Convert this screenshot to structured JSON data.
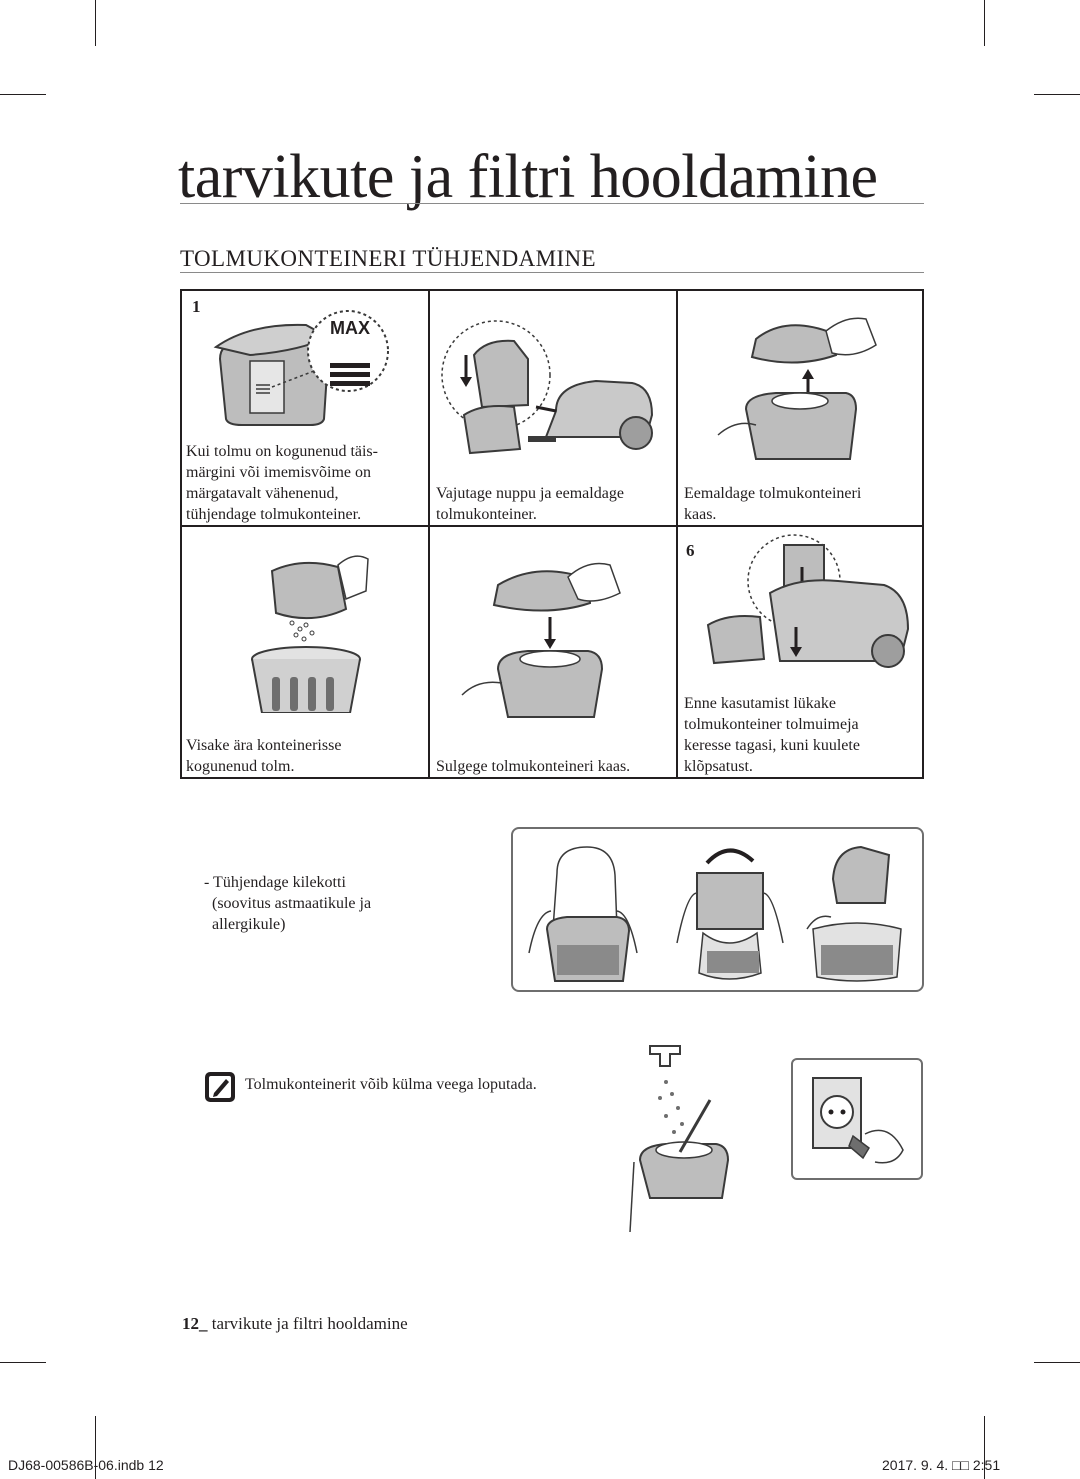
{
  "page": {
    "title": "tarvikute ja filtri hooldamine",
    "section_heading": "TOLMUKONTEINERI TÜHJENDAMINE"
  },
  "steps": [
    {
      "number": "1",
      "caption_lines": [
        "Kui tolmu on kogunenud täis-",
        "märgini või imemisvõime on",
        "märgatavalt vähenenud,",
        "tühjendage tolmukonteiner."
      ],
      "max_label": "MAX"
    },
    {
      "number": "",
      "caption_lines": [
        "Vajutage nuppu ja eemaldage",
        "tolmukonteiner."
      ]
    },
    {
      "number": "",
      "caption_lines": [
        "Eemaldage tolmukonteineri",
        "kaas."
      ]
    },
    {
      "number": "",
      "caption_lines": [
        "Visake ära konteinerisse",
        "kogunenud tolm."
      ]
    },
    {
      "number": "",
      "caption_lines": [
        "Sulgege tolmukonteineri kaas."
      ]
    },
    {
      "number": "6",
      "caption_lines": [
        "Enne kasutamist lükake",
        "tolmukonteiner tolmuimeja",
        "keresse tagasi, kuni kuulete",
        "klõpsatust."
      ]
    }
  ],
  "extra": {
    "bullet_text": "- Tühjendage kilekotti\n  (soovitus astmaatikule ja\n  allergikule)"
  },
  "note": {
    "icon": "note-pencil-icon",
    "text": "Tolmukonteinerit võib külma veega loputada."
  },
  "footer": {
    "page_number": "12_",
    "page_label": " tarvikute ja filtri hooldamine"
  },
  "slug": {
    "file": "DJ68-00586B-06.indb   12",
    "date": "2017. 9. 4.   □□ 2:51"
  },
  "colors": {
    "text": "#231f20",
    "illustration_fill": "#bdbdbd",
    "illustration_stroke": "#3a3a3a"
  }
}
